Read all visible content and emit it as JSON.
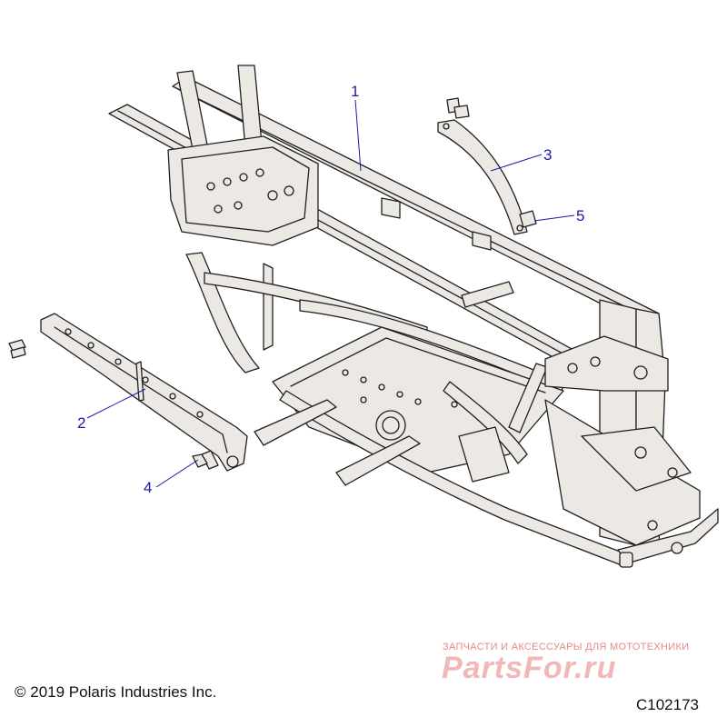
{
  "callouts": {
    "part1": "1",
    "part2": "2",
    "part3": "3",
    "part4": "4",
    "part5": "5"
  },
  "footer": {
    "copyright": "© 2019 Polaris Industries Inc.",
    "diagram_code": "C102173"
  },
  "watermark": {
    "tagline": "ЗАПЧАСТИ И АКСЕССУАРЫ ДЛЯ МОТОТЕХНИКИ",
    "logo": "PartsFor.ru"
  },
  "colors": {
    "line": "#1f1f1f",
    "frame_fill": "#ece9e4",
    "callout_text": "#1a1aa6",
    "watermark": "#e58a8a"
  }
}
